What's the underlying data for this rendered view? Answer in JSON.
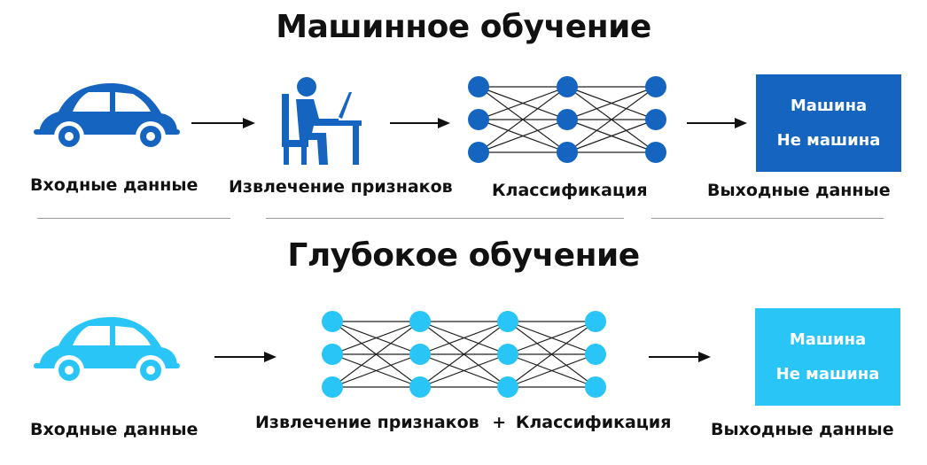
{
  "colors": {
    "ml": "#1565c0",
    "dl": "#29c5f6",
    "text": "#111111"
  },
  "ml": {
    "title": "Машинное обучение",
    "labels": {
      "input": "Входные данные",
      "features": "Извлечение признаков",
      "classification": "Классификация",
      "output": "Выходные данные"
    },
    "output_box": {
      "yes": "Машина",
      "no": "Не машина"
    }
  },
  "dl": {
    "title": "Глубокое обучение",
    "labels": {
      "input": "Входные данные",
      "combined": "Извлечение признаков",
      "plus": "+",
      "classification": "Классификация",
      "output": "Выходные данные"
    },
    "output_box": {
      "yes": "Машина",
      "no": "Не машина"
    }
  },
  "icons": [
    "car-icon",
    "person-at-desk-icon",
    "neural-network-icon",
    "arrow-right-icon"
  ]
}
